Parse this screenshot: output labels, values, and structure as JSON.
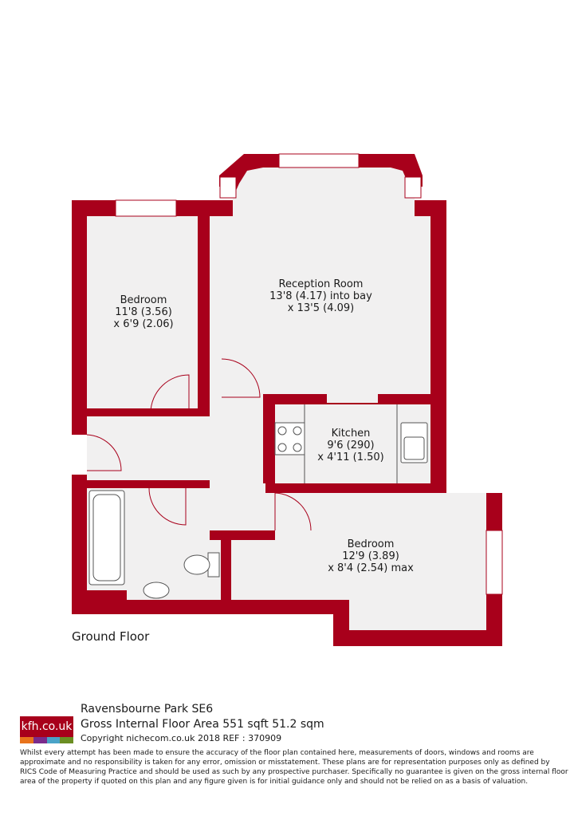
{
  "colors": {
    "wall": "#a8001b",
    "floor": "#f1f0f0",
    "text": "#1a1a1a",
    "window": "#ffffff"
  },
  "rooms": [
    {
      "id": "bedroom-1",
      "name": "Bedroom",
      "dim1": "11'8 (3.56)",
      "dim2": "x 6'9 (2.06)"
    },
    {
      "id": "reception",
      "name": "Reception Room",
      "dim1": "13'8 (4.17) into bay",
      "dim2": "x 13'5 (4.09)"
    },
    {
      "id": "kitchen",
      "name": "Kitchen",
      "dim1": "9'6 (290)",
      "dim2": "x 4'11 (1.50)"
    },
    {
      "id": "bedroom-2",
      "name": "Bedroom",
      "dim1": "12'9 (3.89)",
      "dim2": "x 8'4 (2.54) max"
    }
  ],
  "floor_label": "Ground Floor",
  "logo": {
    "text": "kfh.co.uk",
    "stripe_colors": [
      "#e8731c",
      "#7a2b8c",
      "#4aa3c8",
      "#6b8e23"
    ]
  },
  "info": {
    "address": "Ravensbourne Park  SE6",
    "area": "Gross Internal Floor Area 551 sqft 51.2 sqm",
    "copyright": "Copyright nichecom.co.uk 2018 REF : 370909"
  },
  "disclaimer": "Whilst every attempt has been made to ensure the accuracy of the floor plan contained here, measurements of doors, windows and rooms are approximate and no responsibility is taken for any error, omission or misstatement.  These plans are for representation purposes only as defined by RICS Code of Measuring Practice and should be used as such by any prospective purchaser.  Specifically no guarantee is given on the gross internal floor area of the property if quoted on this plan and any figure given is for initial guidance only and should not be relied on as a basis of valuation."
}
